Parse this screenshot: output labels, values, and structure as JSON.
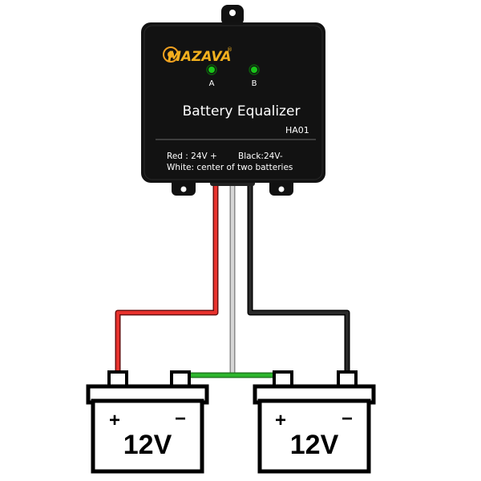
{
  "device": {
    "brand": "MAZAVA",
    "registered_mark": "®",
    "led_a_label": "A",
    "led_b_label": "B",
    "title": "Battery Equalizer",
    "model": "HA01",
    "wiring_line1_red": "Red : 24V +",
    "wiring_line1_black": "Black:24V-",
    "wiring_line2": "White: center of two batteries",
    "led_color": "#19c419",
    "body_color": "#111111"
  },
  "wires": {
    "red_color": "#e8322d",
    "white_color": "#c9c9c9",
    "black_color": "#1a1a1a",
    "link_color": "#2db52d"
  },
  "batteries": [
    {
      "voltage": "12V",
      "plus": "+",
      "minus": "−"
    },
    {
      "voltage": "12V",
      "plus": "+",
      "minus": "−"
    }
  ]
}
